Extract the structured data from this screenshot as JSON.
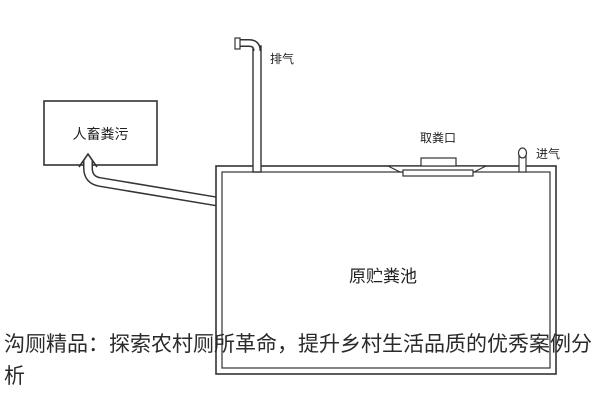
{
  "diagram": {
    "labels": {
      "source": "人畜粪污",
      "exhaust": "排气",
      "intake": "进气",
      "outlet": "取粪口",
      "tank": "原贮粪池"
    },
    "colors": {
      "line": "#333333",
      "pipe_fill": "#ffffff"
    },
    "icons": [
      "exhaust-vent-icon",
      "intake-vent-icon"
    ]
  },
  "caption": "沟厕精品：探索农村厕所革命，提升乡村生活品质的优秀案例分析"
}
